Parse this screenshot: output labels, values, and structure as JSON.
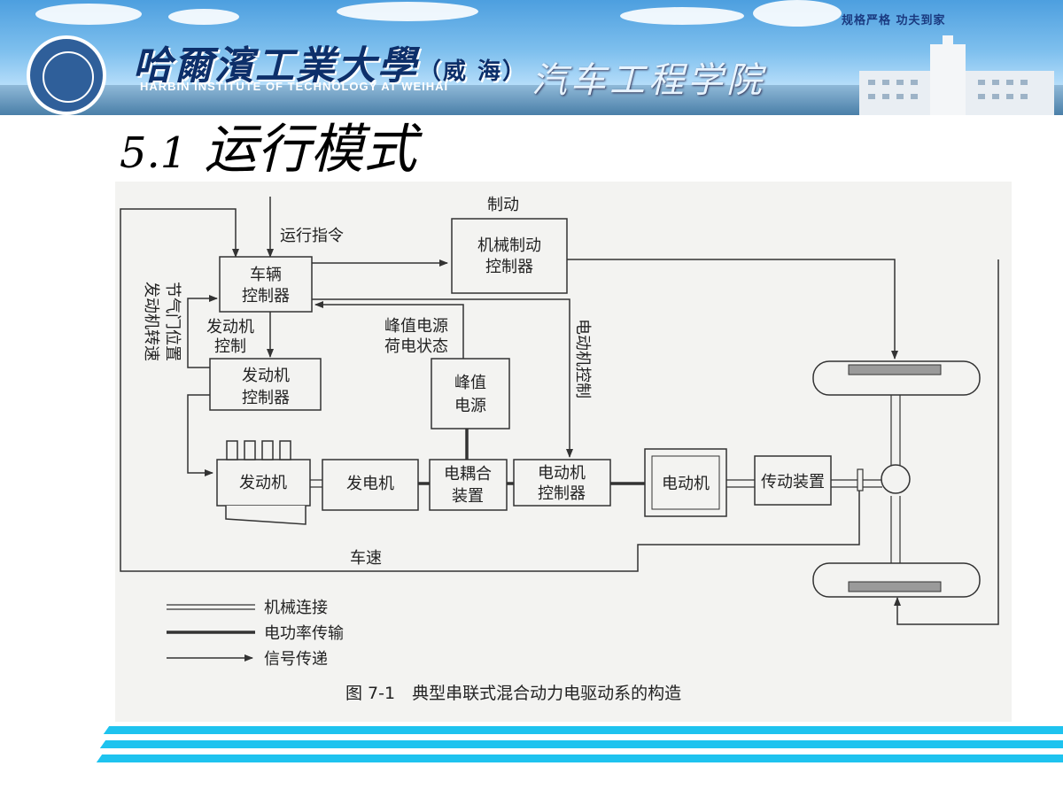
{
  "header": {
    "school_name_cn": "哈爾濱工業大學",
    "campus_cn": "（威 海）",
    "school_name_en": "HARBIN INSTITUTE OF TECHNOLOGY AT WEIHAI",
    "college_cn": "汽车工程学院",
    "motto": "规格严格 功夫到家"
  },
  "slide": {
    "title_num": "5.1",
    "title_text": "运行模式"
  },
  "diagram": {
    "labels": {
      "braking": "制动",
      "run_cmd": "运行指令",
      "vehicle_ctrl_1": "车辆",
      "vehicle_ctrl_2": "控制器",
      "mech_brake_1": "机械制动",
      "mech_brake_2": "控制器",
      "engine_speed": "发动机转速",
      "throttle": "节气门位置",
      "engine_ctrl_sig_1": "发动机",
      "engine_ctrl_sig_2": "控制",
      "peak_state_1": "峰值电源",
      "peak_state_2": "荷电状态",
      "motor_ctrl_sig": "电动机控制",
      "engine_controller_1": "发动机",
      "engine_controller_2": "控制器",
      "peak_source_1": "峰值",
      "peak_source_2": "电源",
      "engine": "发动机",
      "generator": "发电机",
      "coupler_1": "电耦合",
      "coupler_2": "装置",
      "motor_controller_1": "电动机",
      "motor_controller_2": "控制器",
      "motor": "电动机",
      "transmission": "传动装置",
      "vehicle_speed": "车速"
    },
    "legend": {
      "mechanical": "机械连接",
      "electrical": "电功率传输",
      "signal": "信号传递"
    },
    "caption": "图 7-1　典型串联式混合动力电驱动系的构造"
  }
}
